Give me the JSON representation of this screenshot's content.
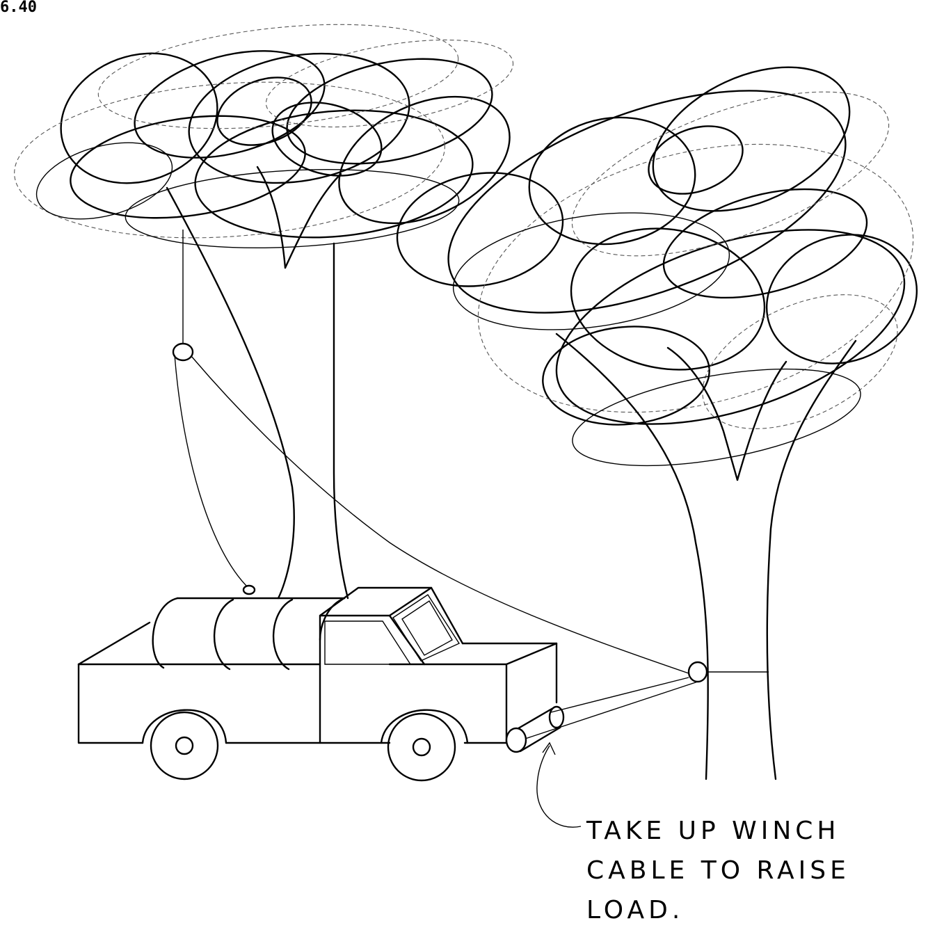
{
  "figure_number": "6.40",
  "caption_lines": [
    "TAKE UP WINCH",
    "CABLE TO RAISE",
    "LOAD."
  ],
  "icons": [
    "tree-icon",
    "pickup-truck-icon",
    "pulley-icon",
    "winch-icon",
    "arrow-icon"
  ]
}
